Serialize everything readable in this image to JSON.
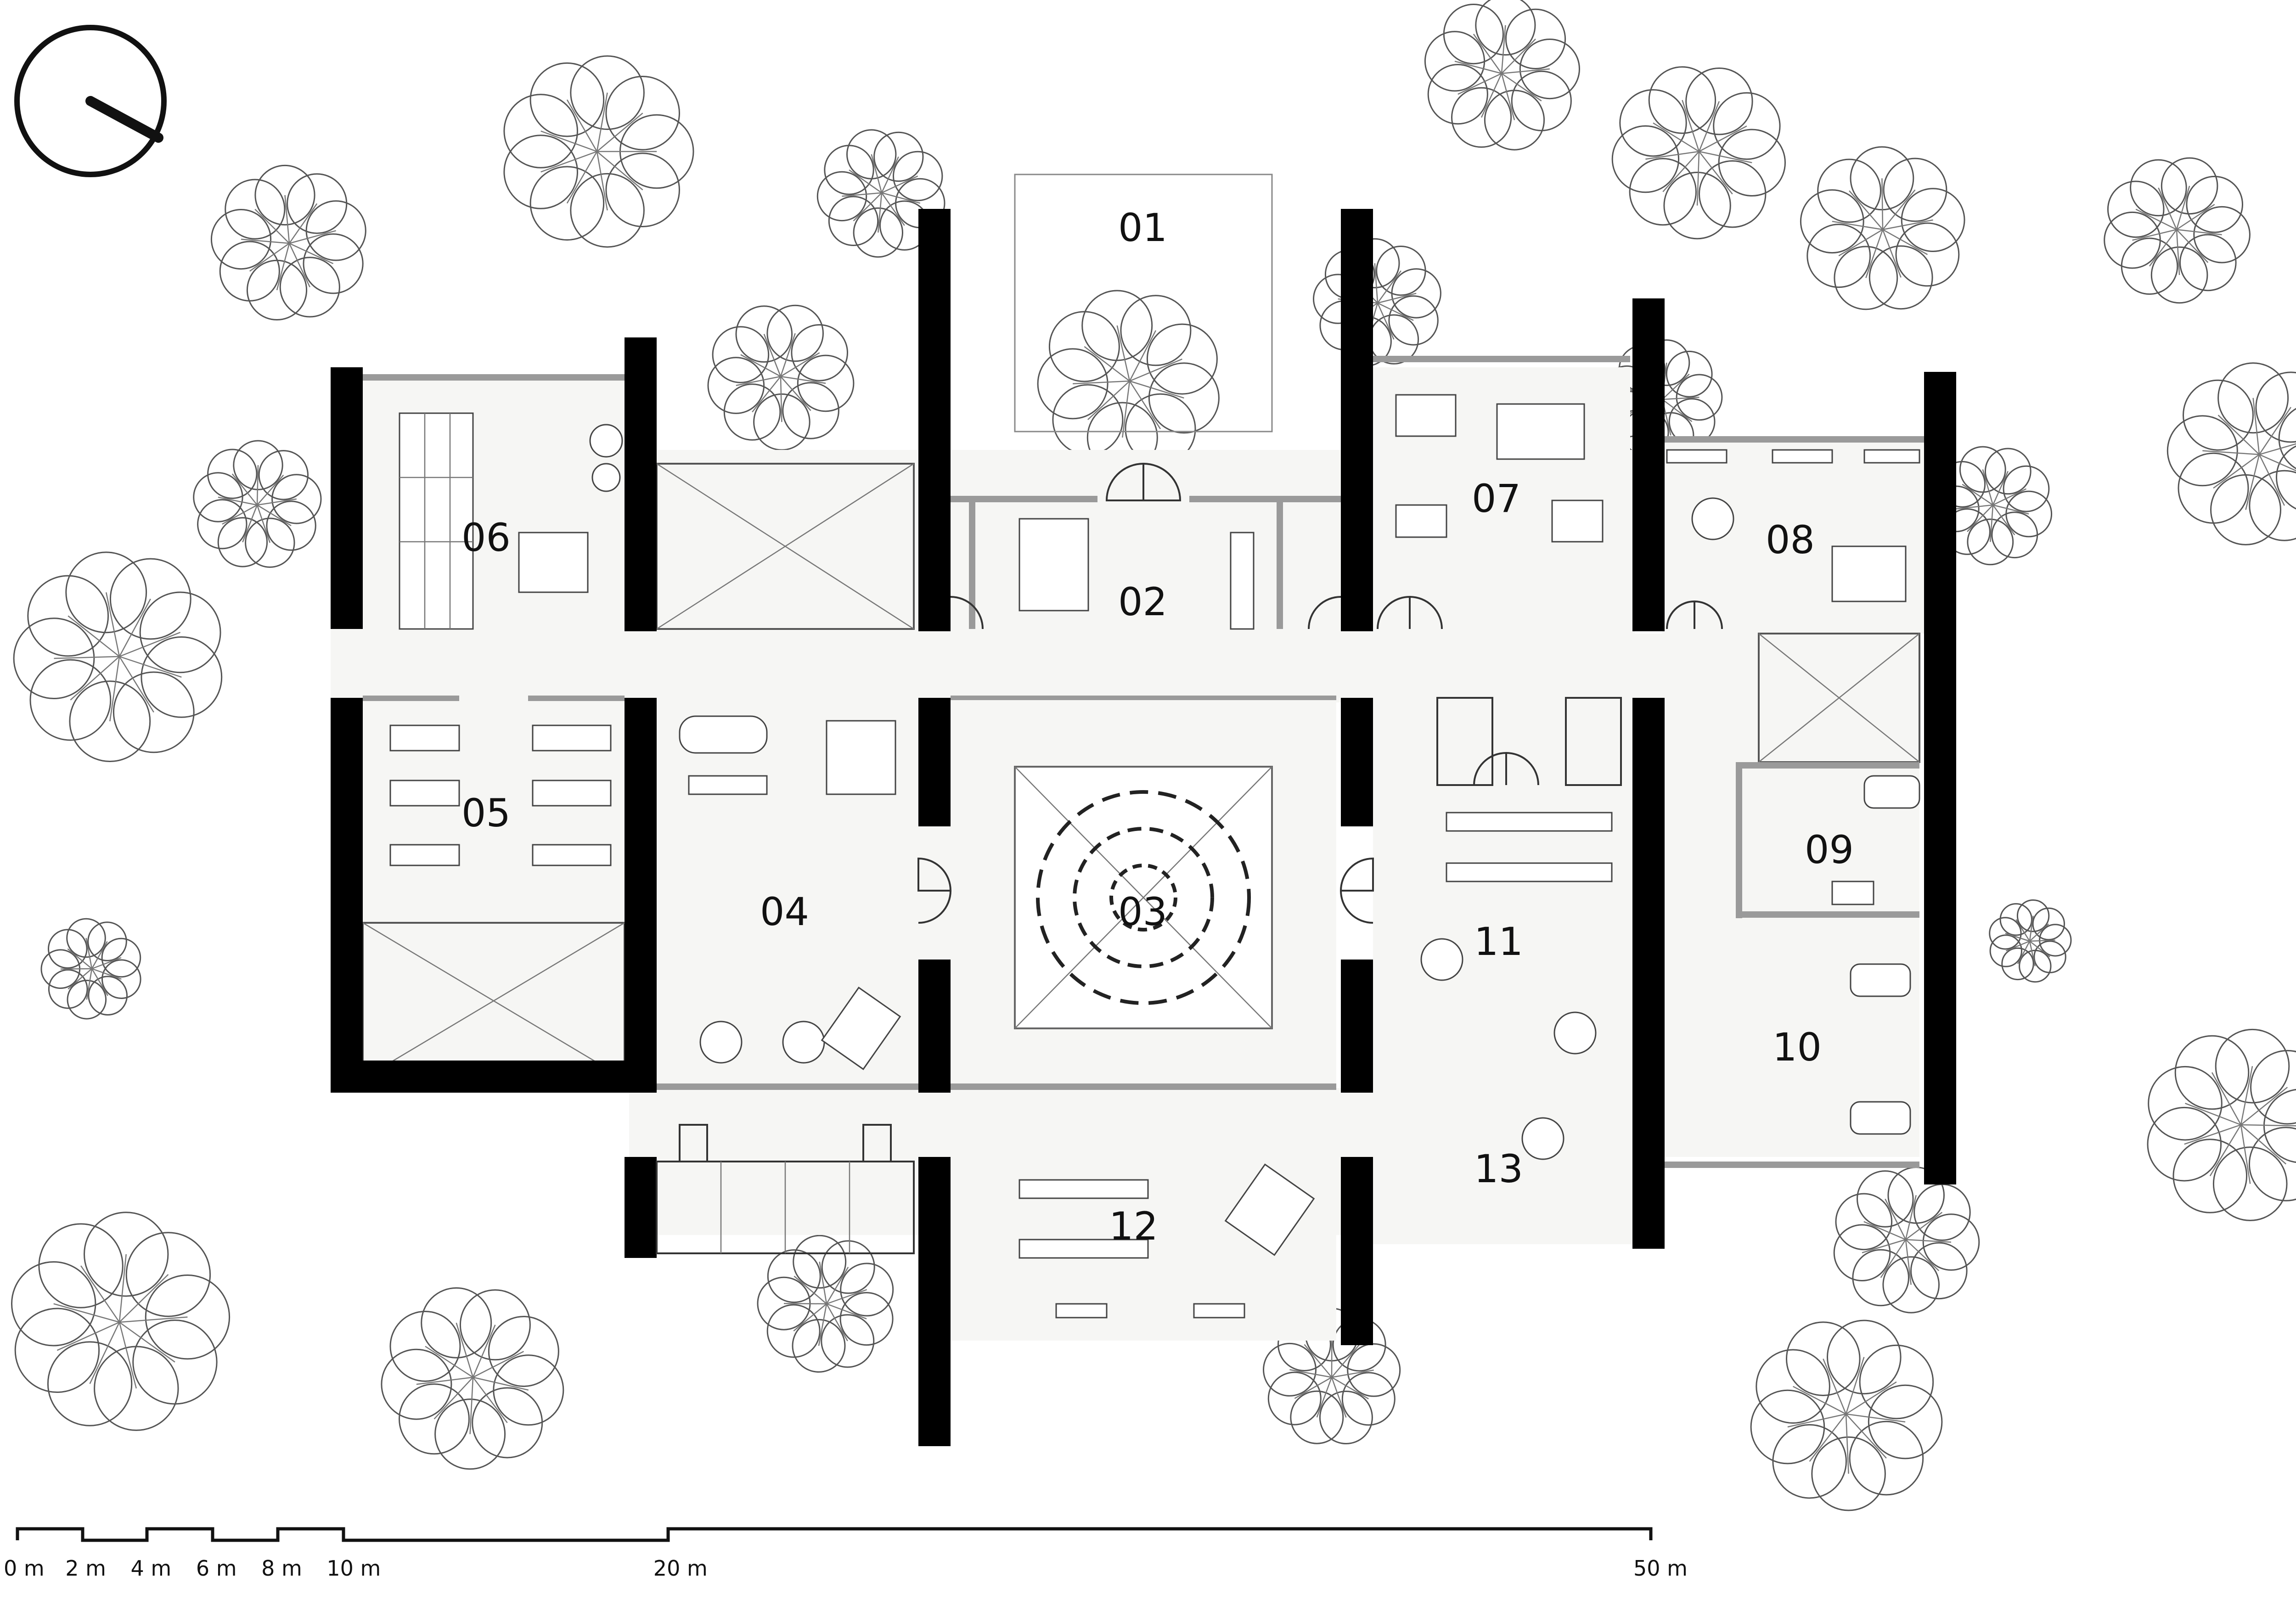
{
  "rooms": [
    {
      "id": "01",
      "label": "01"
    },
    {
      "id": "02",
      "label": "02"
    },
    {
      "id": "03",
      "label": "03"
    },
    {
      "id": "04",
      "label": "04"
    },
    {
      "id": "05",
      "label": "05"
    },
    {
      "id": "06",
      "label": "06"
    },
    {
      "id": "07",
      "label": "07"
    },
    {
      "id": "08",
      "label": "08"
    },
    {
      "id": "09",
      "label": "09"
    },
    {
      "id": "10",
      "label": "10"
    },
    {
      "id": "11",
      "label": "11"
    },
    {
      "id": "12",
      "label": "12"
    },
    {
      "id": "13",
      "label": "13"
    }
  ],
  "scale_bar": {
    "ticks": [
      {
        "value": 0,
        "label": "0 m"
      },
      {
        "value": 2,
        "label": "2 m"
      },
      {
        "value": 4,
        "label": "4 m"
      },
      {
        "value": 6,
        "label": "6 m"
      },
      {
        "value": 8,
        "label": "8 m"
      },
      {
        "value": 10,
        "label": "10 m"
      },
      {
        "value": 20,
        "label": "20 m"
      },
      {
        "value": 50,
        "label": "50 m"
      }
    ]
  },
  "north_arrow": {
    "icon": "north-arrow-icon"
  },
  "colors": {
    "walls": "#000000",
    "floor": "#f6f6f4",
    "linework": "#444444"
  }
}
